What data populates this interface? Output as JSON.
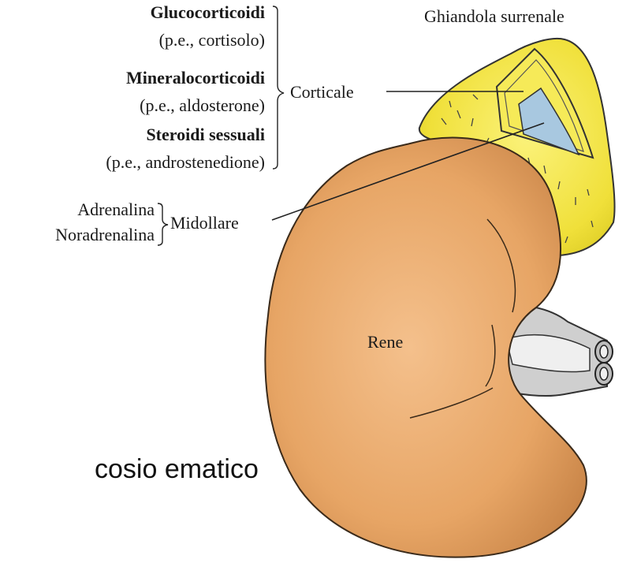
{
  "labels": {
    "adrenal_gland": "Ghiandola surrenale",
    "cortex": "Corticale",
    "medulla": "Midollare",
    "kidney": "Rene"
  },
  "hormones": {
    "cortex_groups": [
      {
        "name": "Glucocorticoidi",
        "example": "(p.e., cortisolo)"
      },
      {
        "name": "Mineralocorticoidi",
        "example": "(p.e., aldosterone)"
      },
      {
        "name": "Steroidi sessuali",
        "example": "(p.e., androstenedione)"
      }
    ],
    "medulla": [
      "Adrenalina",
      "Noradrenalina"
    ]
  },
  "caption": "cosio ematico",
  "colors": {
    "kidney": "#e8a868",
    "adrenal": "#f0e040",
    "medulla": "#a8c8e0",
    "vessel": "#c8c8c8"
  }
}
